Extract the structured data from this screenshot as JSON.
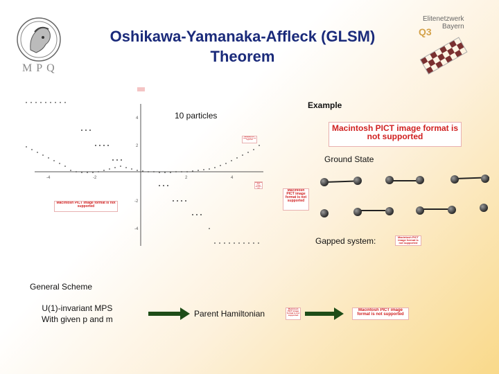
{
  "title_line1": "Oshikawa-Yamanaka-Affleck (GLSM)",
  "title_line2": "Theorem",
  "mpq_logo": {
    "text": "MPQ"
  },
  "elite_logo": {
    "line1": "Elitenetzwerk",
    "line2": "Bayern",
    "mark": "Q3"
  },
  "example_label": "Example",
  "particles_label": "10 particles",
  "ground_state_label": "Ground State",
  "gapped_label": "Gapped system:",
  "general_scheme_label": "General Scheme",
  "mps_line1": "U(1)-invariant MPS",
  "mps_line2": "With given p and m",
  "parent_label": "Parent Hamiltonian",
  "pict_text": "Macintosh PICT image format is not supported",
  "plot": {
    "x_ticks": [
      "-4",
      "-2",
      "2",
      "4"
    ],
    "y_ticks": [
      "4",
      "2",
      "-2",
      "-4"
    ]
  },
  "colors": {
    "title": "#1a2a7a",
    "arrow": "#1e4d18",
    "pict_text": "#d02020"
  }
}
